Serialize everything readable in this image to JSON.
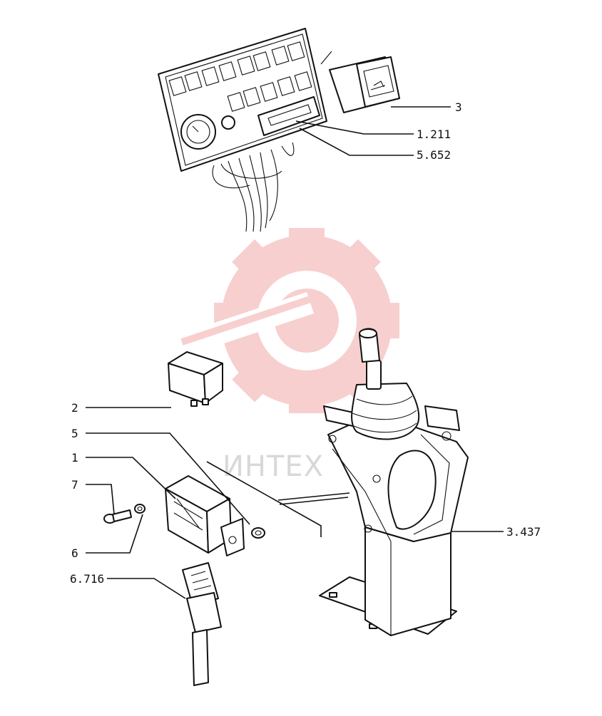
{
  "callouts": {
    "c3": "3",
    "c1211": "1.211",
    "c5652": "5.652",
    "c2": "2",
    "c5": "5",
    "c1": "1",
    "c7": "7",
    "c6": "6",
    "c6716": "6.716",
    "c3437": "3.437"
  },
  "watermark": {
    "text": "ИНТЕХ",
    "color": "#f2b8b8"
  }
}
